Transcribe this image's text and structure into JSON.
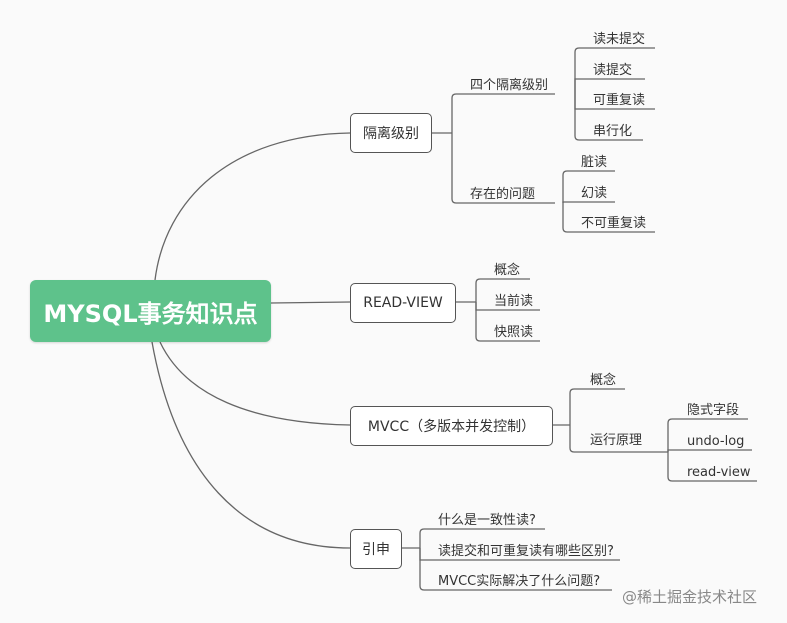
{
  "root": {
    "label": "MYSQL事务知识点"
  },
  "branches": [
    {
      "label": "隔离级别",
      "groups": [
        {
          "label": "四个隔离级别",
          "items": [
            "读未提交",
            "读提交",
            "可重复读",
            "串行化"
          ]
        },
        {
          "label": "存在的问题",
          "items": [
            "脏读",
            "幻读",
            "不可重复读"
          ]
        }
      ]
    },
    {
      "label": "READ-VIEW",
      "items": [
        "概念",
        "当前读",
        "快照读"
      ]
    },
    {
      "label": "MVCC（多版本并发控制）",
      "concept": "概念",
      "group": {
        "label": "运行原理",
        "items": [
          "隐式字段",
          "undo-log",
          "read-view"
        ]
      }
    },
    {
      "label": "引申",
      "items": [
        "什么是一致性读?",
        "读提交和可重复读有哪些区别?",
        "MVCC实际解决了什么问题?"
      ]
    }
  ],
  "watermark": "@稀土掘金技术社区",
  "colors": {
    "root_fill": "#5ec28b",
    "line": "#666666",
    "text": "#333333"
  }
}
